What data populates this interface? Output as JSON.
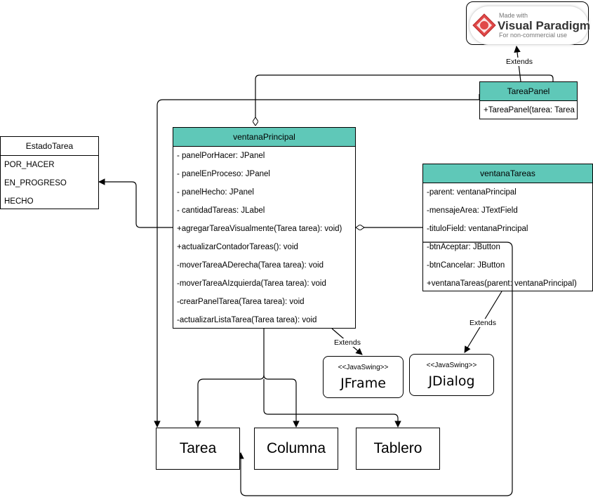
{
  "classes": {
    "estado_tarea": {
      "name": "EstadoTarea",
      "rows": [
        "POR_HACER",
        "EN_PROGRESO",
        "HECHO"
      ]
    },
    "ventana_principal": {
      "name": "ventanaPrincipal",
      "rows": [
        "- panelPorHacer: JPanel",
        "- panelEnProceso: JPanel",
        "- panelHecho: JPanel",
        "- cantidadTareas: JLabel",
        "+agregarTareaVisualmente(Tarea tarea): void)",
        "+actualizarContadorTareas(): void",
        "-moverTareaADerecha(Tarea tarea): void",
        "-moverTareaAIzquierda(Tarea tarea): void",
        "-crearPanelTarea(Tarea tarea): void",
        "-actualizarListaTarea(Tarea tarea): void"
      ]
    },
    "ventana_tareas": {
      "name": "ventanaTareas",
      "rows": [
        "-parent: ventanaPrincipal",
        "-mensajeArea: JTextField",
        "-tituloField: ventanaPrincipal",
        "-btnAceptar: JButton",
        "-btnCancelar: JButton",
        "+ventanaTareas(parent: ventanaPrincipal)"
      ]
    },
    "tarea_panel": {
      "name": "TareaPanel",
      "rows": [
        "+TareaPanel(tarea: Tarea"
      ]
    }
  },
  "plain_boxes": {
    "tarea": "Tarea",
    "columna": "Columna",
    "tablero": "Tablero"
  },
  "swing": {
    "jframe": {
      "stereotype": "<<JavaSwing>>",
      "name": "JFrame"
    },
    "jdialog": {
      "stereotype": "<<JavaSwing>>",
      "name": "JDialog"
    }
  },
  "edge_labels": {
    "extends_tareapanel": "Extends",
    "extends_jframe": "Extends",
    "extends_jdialog": "Extends"
  },
  "watermark": {
    "made_with": "Made with",
    "name": "Visual Paradigm",
    "sub": "For non-commercial use"
  },
  "colors": {
    "header_teal": "#5fc8b8"
  }
}
